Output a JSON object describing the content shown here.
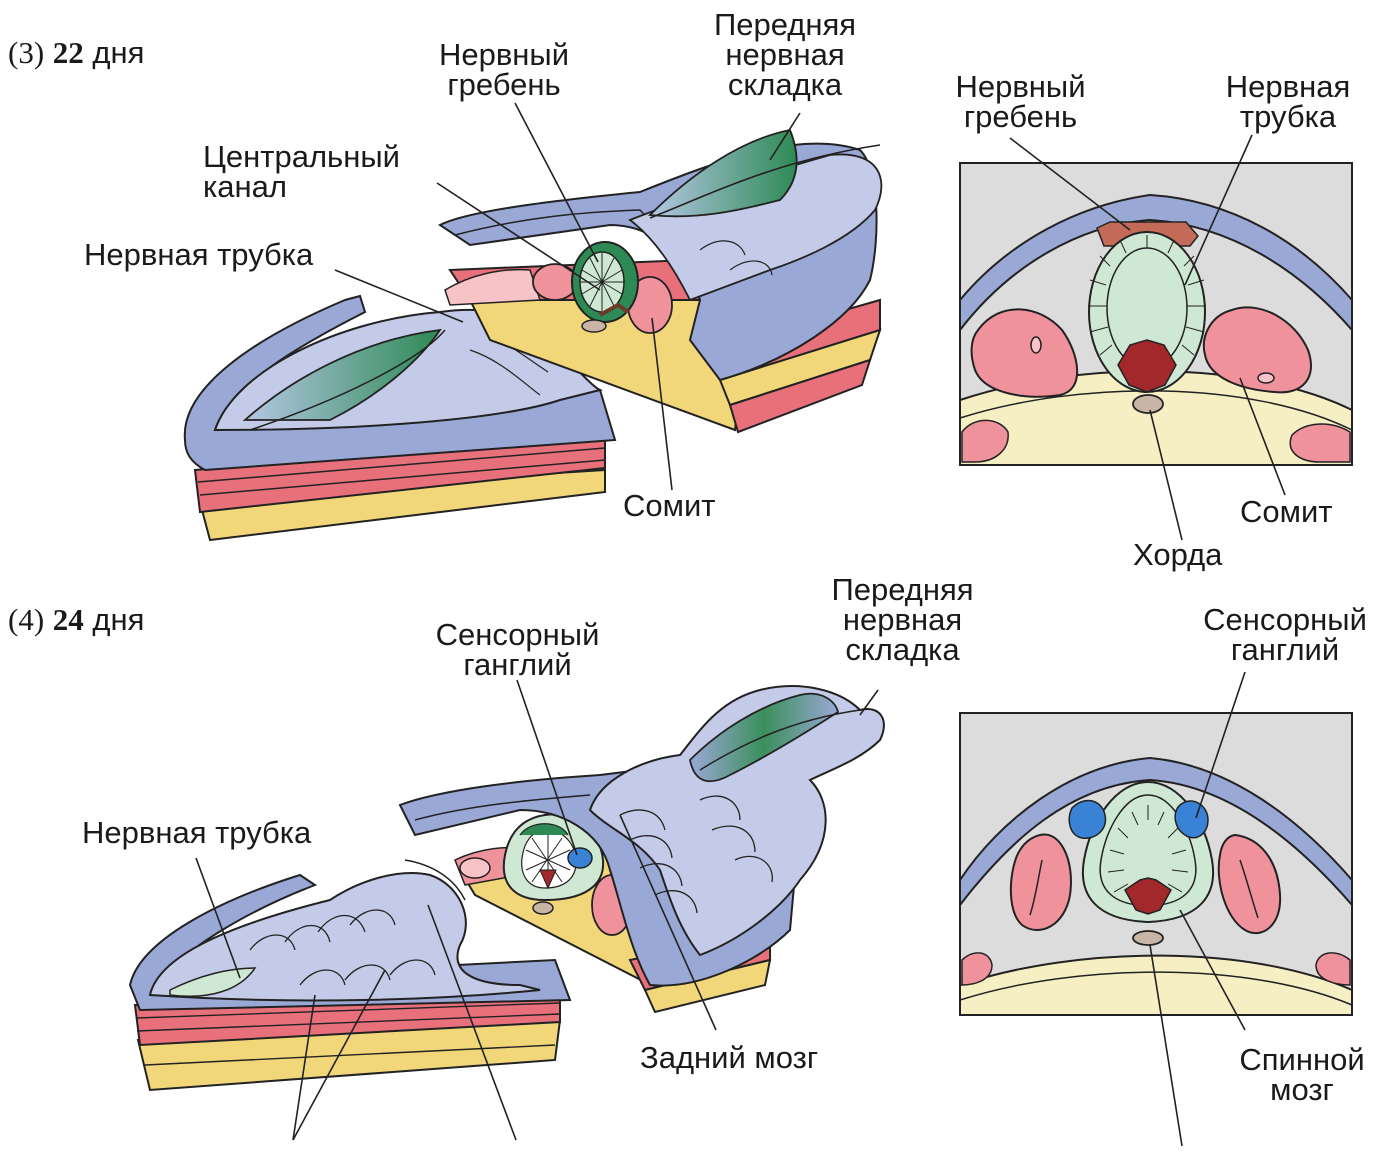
{
  "panels": [
    {
      "number": "(3)",
      "days": "22",
      "days_unit": "дня",
      "labels": {
        "neural_crest": "Нервный\nгребень",
        "anterior_neural_fold": "Передняя\nнервная\nскладка",
        "central_canal": "Центральный\nканал",
        "neural_tube": "Нервная трубка",
        "somite": "Сомит",
        "section_neural_crest": "Нервный\nгребень",
        "section_neural_tube": "Нервная\nтрубка",
        "section_notochord": "Хорда",
        "section_somite": "Сомит"
      }
    },
    {
      "number": "(4)",
      "days": "24",
      "days_unit": "дня",
      "labels": {
        "sensory_ganglion": "Сенсорный\nганглий",
        "anterior_neural_fold": "Передняя\nнервная\nскладка",
        "neural_tube": "Нервная трубка",
        "hindbrain": "Задний мозг",
        "section_sensory_ganglion": "Сенсорный\nганглий",
        "section_spinal_cord": "Спинной\nмозг"
      }
    }
  ],
  "colors": {
    "ectoderm": "#9aa8d6",
    "ectoderm_light": "#c3cbe8",
    "neural_plate": "#2e8a55",
    "neural_tube_fill": "#cfe8d3",
    "somite": "#f0929c",
    "somite_light": "#f7c3c6",
    "mesoderm_red": "#e8707a",
    "endoderm_yellow": "#f1d77a",
    "endoderm_pale": "#f7efc4",
    "crest": "#c46a58",
    "floor_plate": "#a2282c",
    "ganglion_blue": "#3a82d6",
    "notochord": "#c9b5a5",
    "section_bg": "#dcdcdc"
  }
}
